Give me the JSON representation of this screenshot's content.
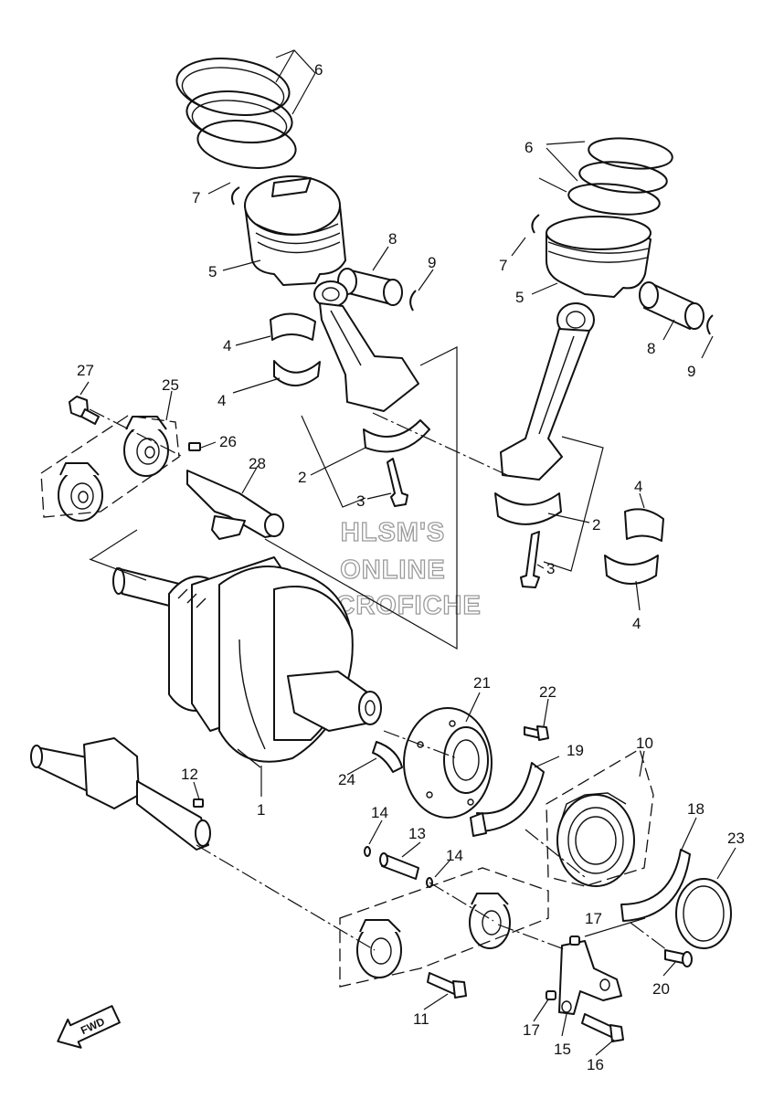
{
  "watermark": {
    "line1": "HLSM'S",
    "line2": "ONLINE",
    "line3": "MICROFICHE"
  },
  "direction_label": "FWD",
  "callouts": [
    {
      "id": "c6a",
      "num": "6"
    },
    {
      "id": "c7a",
      "num": "7"
    },
    {
      "id": "c5a",
      "num": "5"
    },
    {
      "id": "c8a",
      "num": "8"
    },
    {
      "id": "c9a",
      "num": "9"
    },
    {
      "id": "c6b",
      "num": "6"
    },
    {
      "id": "c7b",
      "num": "7"
    },
    {
      "id": "c5b",
      "num": "5"
    },
    {
      "id": "c8b",
      "num": "8"
    },
    {
      "id": "c9b",
      "num": "9"
    },
    {
      "id": "c4a",
      "num": "4"
    },
    {
      "id": "c4b",
      "num": "4"
    },
    {
      "id": "c27",
      "num": "27"
    },
    {
      "id": "c25",
      "num": "25"
    },
    {
      "id": "c26",
      "num": "26"
    },
    {
      "id": "c28",
      "num": "28"
    },
    {
      "id": "c2a",
      "num": "2"
    },
    {
      "id": "c3a",
      "num": "3"
    },
    {
      "id": "c2b",
      "num": "2"
    },
    {
      "id": "c3b",
      "num": "3"
    },
    {
      "id": "c4c",
      "num": "4"
    },
    {
      "id": "c4d",
      "num": "4"
    },
    {
      "id": "c21",
      "num": "21"
    },
    {
      "id": "c22",
      "num": "22"
    },
    {
      "id": "c19",
      "num": "19"
    },
    {
      "id": "c10",
      "num": "10"
    },
    {
      "id": "c12",
      "num": "12"
    },
    {
      "id": "c1",
      "num": "1"
    },
    {
      "id": "c24",
      "num": "24"
    },
    {
      "id": "c14a",
      "num": "14"
    },
    {
      "id": "c13",
      "num": "13"
    },
    {
      "id": "c14b",
      "num": "14"
    },
    {
      "id": "c18",
      "num": "18"
    },
    {
      "id": "c23",
      "num": "23"
    },
    {
      "id": "c17a",
      "num": "17"
    },
    {
      "id": "c20",
      "num": "20"
    },
    {
      "id": "c11",
      "num": "11"
    },
    {
      "id": "c17b",
      "num": "17"
    },
    {
      "id": "c15",
      "num": "15"
    },
    {
      "id": "c16",
      "num": "16"
    }
  ]
}
